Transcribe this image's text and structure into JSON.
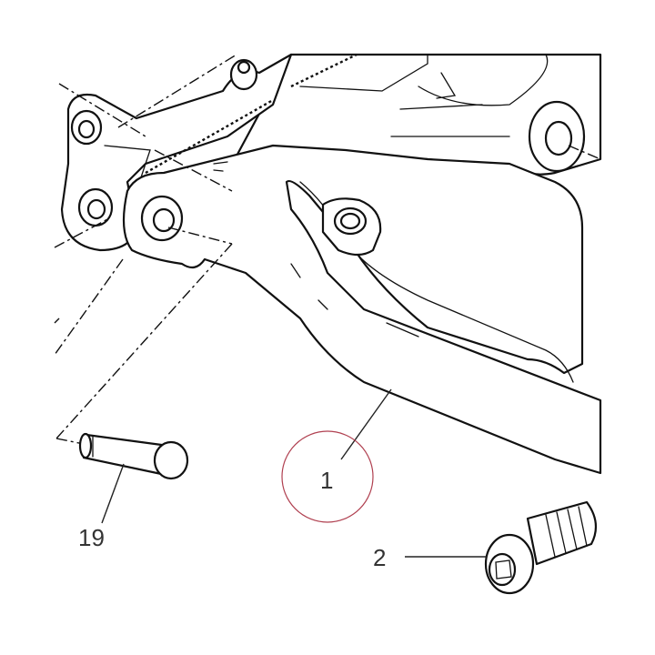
{
  "callouts": {
    "pin": "19",
    "footrest": "1",
    "bolt": "2"
  },
  "colors": {
    "line": "#111111",
    "highlight_circle": "#b04050",
    "label": "#333333"
  }
}
